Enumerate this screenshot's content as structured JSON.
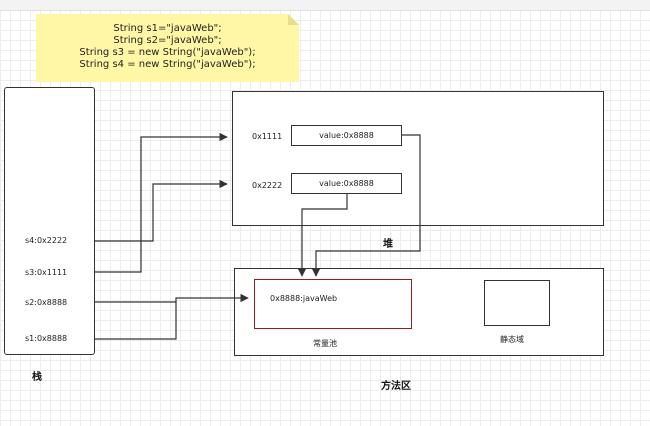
{
  "note": {
    "lines": [
      "String s1=\"javaWeb\";",
      "String s2=\"javaWeb\";",
      "String s3 = new String(\"javaWeb\");",
      "String s4 = new String(\"javaWeb\");"
    ]
  },
  "stack": {
    "title": "栈",
    "refs": {
      "s4": "s4:0x2222",
      "s3": "s3:0x1111",
      "s2": "s2:0x8888",
      "s1": "s1:0x8888"
    }
  },
  "heap": {
    "title": "堆",
    "objects": [
      {
        "address": "0x1111",
        "value": "value:0x8888"
      },
      {
        "address": "0x2222",
        "value": "value:0x8888"
      }
    ]
  },
  "method_area": {
    "title": "方法区",
    "constant_pool": {
      "label": "常量池",
      "entry": "0x8888:javaWeb"
    },
    "static_field": {
      "label": "静态域"
    }
  },
  "colors": {
    "note_bg": "#fff7a6",
    "pool_border": "#9b1c1c",
    "line": "#333333"
  }
}
